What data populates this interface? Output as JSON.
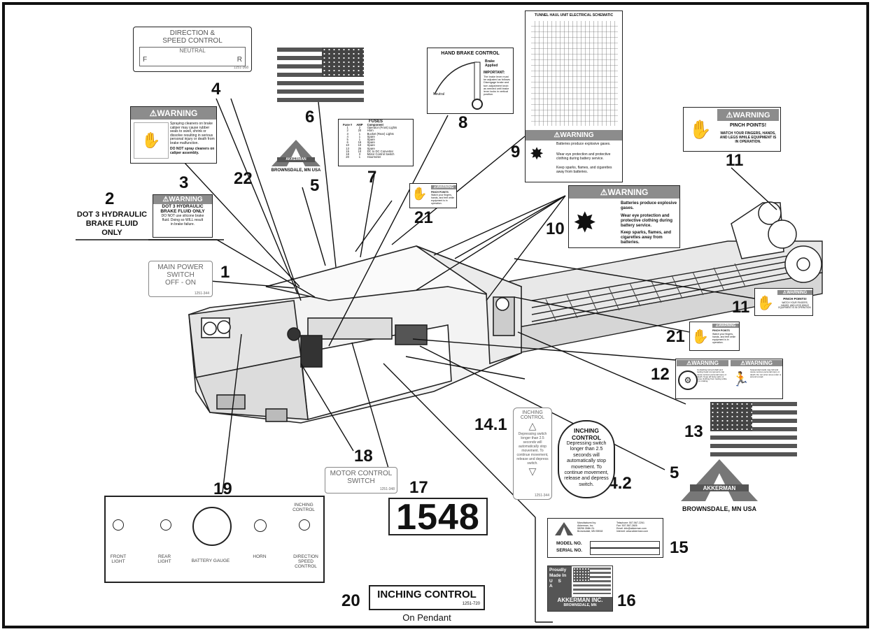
{
  "callouts": {
    "n1": "1",
    "n2": "2",
    "n3": "3",
    "n4": "4",
    "n5a": "5",
    "n5b": "5",
    "n6": "6",
    "n7": "7",
    "n8": "8",
    "n9": "9",
    "n10": "10",
    "n11a": "11",
    "n11b": "11",
    "n12": "12",
    "n13": "13",
    "n14_1": "14.1",
    "n14_2": "14.2",
    "n15": "15",
    "n16": "16",
    "n17": "17",
    "n18": "18",
    "n19": "19",
    "n20": "20",
    "n21a": "21",
    "n21b": "21",
    "n22": "22"
  },
  "direction_label": {
    "line1": "DIRECTION &",
    "line2": "SPEED CONTROL",
    "neutral": "NEUTRAL",
    "f": "F",
    "r": "R",
    "part": "1251-368"
  },
  "warning_word": "WARNING",
  "brake_cleaner_warning": {
    "text1": "Spraying cleaners on brake caliper may cause rubber seals to swell, shrink or dissolve resulting in serious personal injury or death from brake malfunction.",
    "text2": "DO NOT spray cleaners on caliper assembly."
  },
  "dot3_plain": {
    "line1": "DOT 3 HYDRAULIC",
    "line2": "BRAKE FLUID",
    "line3": "ONLY"
  },
  "dot3_warning": {
    "line1": "DOT 3 HYDRAULIC",
    "line2": "BRAKE FLUID ONLY",
    "line3": "DO NOT use silicone brake",
    "line4": "fluid. Doing so WILL result",
    "line5": "in brake failure."
  },
  "akkerman_logo": {
    "name": "AKKERMAN",
    "city": "BROWNSDALE, MN USA"
  },
  "fuses": {
    "title": "FUSES",
    "headers": [
      "Fuse #",
      "AMP",
      "Component"
    ],
    "rows": [
      [
        "1",
        "2",
        "Operator (Front) Lights"
      ],
      [
        "2",
        "20",
        "Horn"
      ],
      [
        "3",
        "1",
        "Bucket (Rear) Lights"
      ],
      [
        "4",
        "1",
        "Spare"
      ],
      [
        "5",
        "1",
        "Spare"
      ],
      [
        "6",
        "15",
        "Spare"
      ],
      [
        "10",
        "10",
        "Spare"
      ],
      [
        "13",
        "25",
        "Spare"
      ],
      [
        "15",
        "10",
        "DC to DC Converter"
      ],
      [
        "18",
        "3",
        "Motor Control Switch"
      ],
      [
        "20",
        "1",
        "Hourmeter"
      ]
    ]
  },
  "hand_brake": {
    "title": "HAND BRAKE CONTROL",
    "applied_line1": "Brake",
    "applied_line2": "Applied",
    "important": "IMPORTANT:",
    "note": "The brake lever must be adjusted as follows: Disengage brake and turn adjustment knob as needed until brake lever locks in vertical position.",
    "neutral": "Neutral"
  },
  "schematic": {
    "title": "TUNNEL HAUL UNIT ELECTRICAL SCHEMATIC"
  },
  "battery_warning": {
    "text1": "Batteries produce explosive gases.",
    "text2": "Wear eye protection and protective clothing during battery service.",
    "text3": "Keep sparks, flames, and cigarettes away from batteries."
  },
  "pinch_points": {
    "title": "PINCH POINTS!",
    "text": "WATCH YOUR FINGERS, HANDS, AND LEGS WHILE EQUIPMENT IS IN OPERATION."
  },
  "pinch_small": {
    "title": "PINCH POINTS",
    "text": "Watch your fingers, hands, and feet while equipment is in operation."
  },
  "pinch_small_b": {
    "title": "PINCH POINTS!",
    "text": "WATCH YOUR FINGERS, HANDS, AND LEGS WHILE EQUIPMENT IS IN OPERATION."
  },
  "main_power": {
    "line1": "MAIN POWER",
    "line2": "SWITCH",
    "line3": "OFF  -  ON",
    "part": "1251-344"
  },
  "rotating_warning": {
    "left": "Contacting turned shaft and tooling head components can cause serious personal injury or death. Keep all body parts or loose clothing from tooling while it is rotating.",
    "right": "Suspended loads may fall and cause serious personal injury or death. Do not enter area under or around a load."
  },
  "inching_14_1": {
    "line1": "INCHING",
    "line2": "CONTROL",
    "text": "Depressing switch longer than 2.5 seconds will automatically stop movement. To continue movement, release and depress switch.",
    "part": "1251-344"
  },
  "inching_14_2": {
    "line1": "INCHING",
    "line2": "CONTROL",
    "text": "Depressing switch longer than 2.5 seconds will automatically stop movement. To continue movement, release and depress switch."
  },
  "motor_control": {
    "line1": "MOTOR  CONTROL",
    "line2": "SWITCH",
    "part": "1251-348"
  },
  "hour_label": {
    "value": "1548"
  },
  "panel": {
    "inching": "INCHING CONTROL",
    "front": "FRONT LIGHT",
    "rear": "REAR LIGHT",
    "battery": "BATTERY  GAUGE",
    "horn": "HORN",
    "direction": "DIRECTION SPEED CONTROL"
  },
  "inching_pendant": {
    "title": "INCHING CONTROL",
    "part": "1251-720",
    "caption": "On Pendant"
  },
  "nameplate": {
    "maker1": "Manufactured by:",
    "maker2": "Akkerman, Inc.",
    "maker3": "58256 266th St.",
    "maker4": "Brownsdale, MN 55918",
    "phone": "Telephone: 507-567-2261",
    "fax": "Fax: 507-567-2605",
    "email": "Email: info@akkerman.com",
    "web": "Internet: www.akkerman.com",
    "model": "MODEL NO.",
    "serial": "SERIAL NO."
  },
  "made_in": {
    "line1": "Proudly",
    "line2": "Made In",
    "line3": "U S A",
    "brand": "AKKERMAN INC.",
    "city": "BROWNSDALE, MN"
  }
}
